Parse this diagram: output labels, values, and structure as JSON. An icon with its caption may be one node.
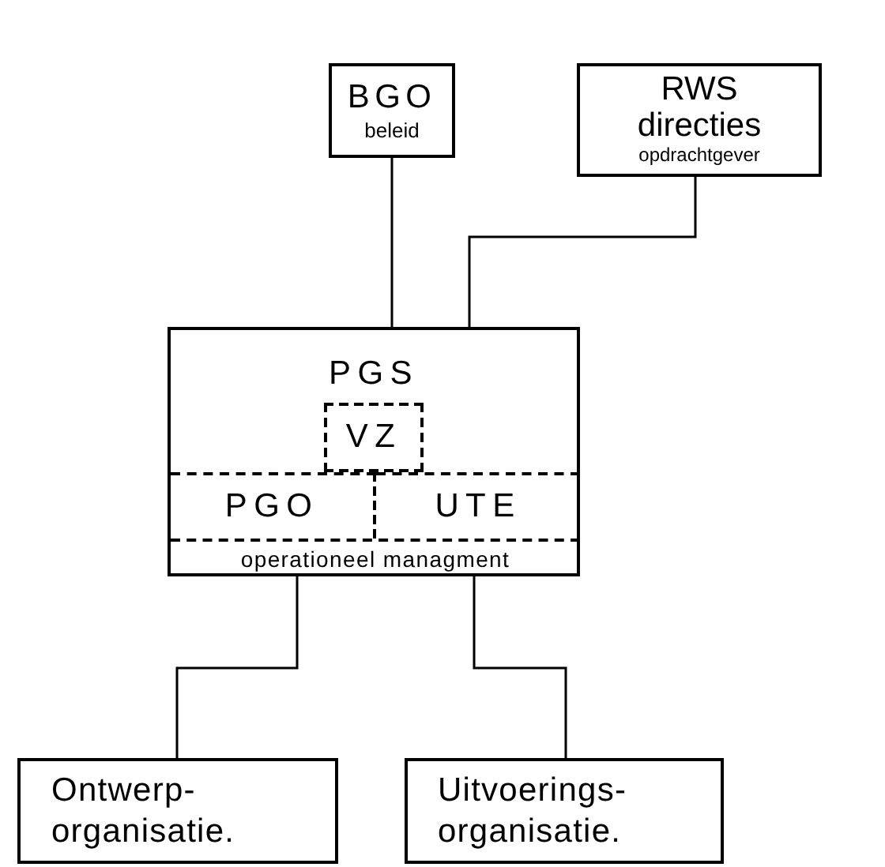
{
  "diagram": {
    "nodes": [
      {
        "text": [
          "BGO",
          "beleid"
        ]
      },
      {
        "text": [
          "RWS directies",
          "opdrachtgever"
        ]
      },
      {
        "text": [
          "PGS"
        ]
      },
      {
        "text": [
          "VZ"
        ],
        "in": 2
      },
      {
        "text": [
          "PGO"
        ],
        "in": 2
      },
      {
        "text": [
          "UTE"
        ],
        "in": 2
      },
      {
        "text": [
          "operationeel managment"
        ],
        "in": 2
      },
      {
        "text": [
          "Ontwerp- organisatie."
        ]
      },
      {
        "text": [
          "Uitvoerings- organisatie."
        ]
      }
    ],
    "edges": [
      {
        "from": 0,
        "to": 2,
        "arrow": "none"
      },
      {
        "from": 1,
        "to": 2,
        "arrow": "none"
      },
      {
        "from": 2,
        "to": 7,
        "arrow": "none"
      },
      {
        "from": 2,
        "to": 8,
        "arrow": "none"
      }
    ]
  }
}
